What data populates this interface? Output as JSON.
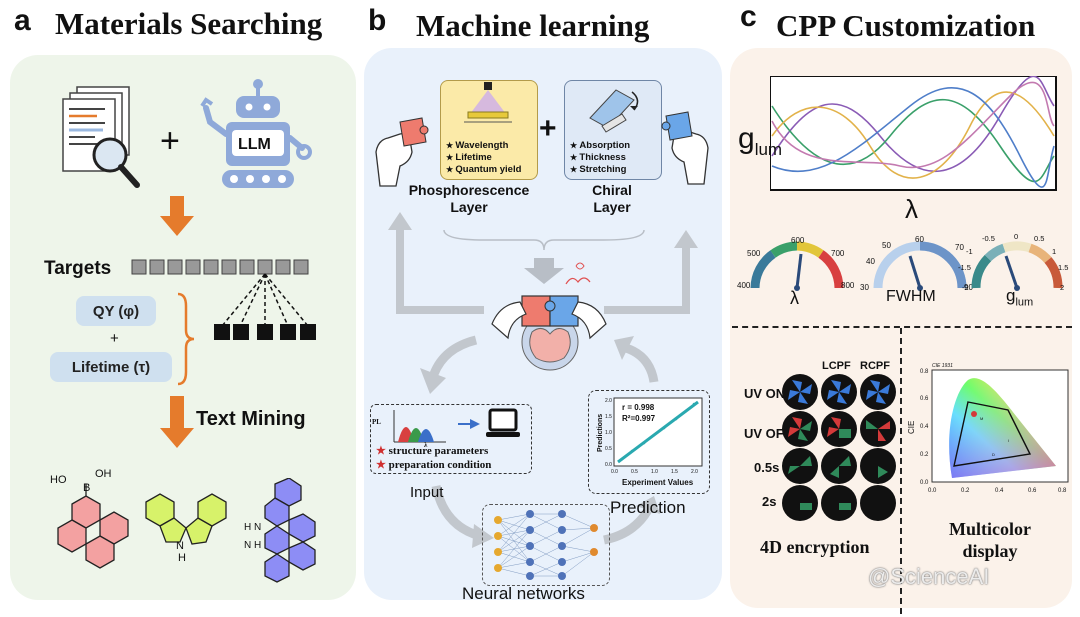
{
  "panel_a": {
    "letter": "a",
    "title": "Materials Searching",
    "llm_label": "LLM",
    "plus": "+",
    "targets_label": "Targets",
    "qy_label": "QY (φ)",
    "small_plus": "+",
    "lifetime_label": "Lifetime (τ)",
    "text_mining_label": "Text Mining",
    "molecule1_atoms": [
      "HO",
      "B",
      "OH"
    ],
    "molecule2_atom": "N",
    "molecule2_h": "H",
    "molecule3_atoms": [
      "H",
      "N",
      "N",
      "H"
    ]
  },
  "panel_b": {
    "letter": "b",
    "title": "Machine learning",
    "phos_props": [
      "Wavelength",
      "Lifetime",
      "Quantum yield"
    ],
    "chiral_props": [
      "Absorption",
      "Thickness",
      "Stretching"
    ],
    "plus": "+",
    "phos_layer_label": "Phosphorescence\nLayer",
    "chiral_layer_label": "Chiral\nLayer",
    "input_pl": "PL",
    "input_lambda": "λ",
    "input_bullets": [
      "structure parameters",
      "preparation condition"
    ],
    "input_label": "Input",
    "prediction_label": "Prediction",
    "neural_label": "Neural networks",
    "plot_r": "r = 0.998",
    "plot_r2": "R²=0.997",
    "plot_ylabel": "Predictions",
    "plot_xlabel": "Experiment Values",
    "plot_xticks": [
      "0.0",
      "0.5",
      "1.0",
      "1.5",
      "2.0"
    ],
    "plot_yticks": [
      "0.0",
      "0.5",
      "1.0",
      "1.5",
      "2.0"
    ]
  },
  "panel_c": {
    "letter": "c",
    "title": "CPP Customization",
    "glum_ylabel": "g",
    "glum_sub": "lum",
    "lambda_label": "λ",
    "gauge_lambda": {
      "ticks": [
        "400",
        "500",
        "600",
        "700",
        "800"
      ],
      "label": "λ",
      "value": 615
    },
    "gauge_fwhm": {
      "ticks": [
        "30",
        "40",
        "50",
        "60",
        "70",
        "90"
      ],
      "label": "FWHM",
      "value": 52
    },
    "gauge_glum": {
      "ticks": [
        "-2",
        "-1.5",
        "-1",
        "-0.5",
        "0",
        "0.5",
        "1",
        "1.5",
        "2"
      ],
      "label": "g",
      "label_sub": "lum",
      "value": -0.7
    },
    "col_headers": [
      "LCPF",
      "RCPF"
    ],
    "row_labels": [
      "UV ON",
      "UV OFF",
      "0.5s",
      "2s"
    ],
    "encryption_label": "4D encryption",
    "cie_title": "CIE 1931",
    "cie_ylabel": "CIE",
    "cie_xticks": [
      "0.0",
      "0.2",
      "0.4",
      "0.6",
      "0.8"
    ],
    "cie_yticks": [
      "0.0",
      "0.2",
      "0.4",
      "0.6",
      "0.8"
    ],
    "multicolor_label": "Multicolor\ndisplay"
  },
  "watermark": "@ScienceAI",
  "colors": {
    "panel_a_bg": "#eef5ea",
    "panel_b_bg": "#e9f1fb",
    "panel_c_bg": "#fbf2ea",
    "arrow_orange": "#e57b2c",
    "pill_blue": "#cfe0ef",
    "card_yellow": "#fbeaa8",
    "card_blue": "#dfe9f6",
    "robot_blue": "#8fa9d9"
  }
}
